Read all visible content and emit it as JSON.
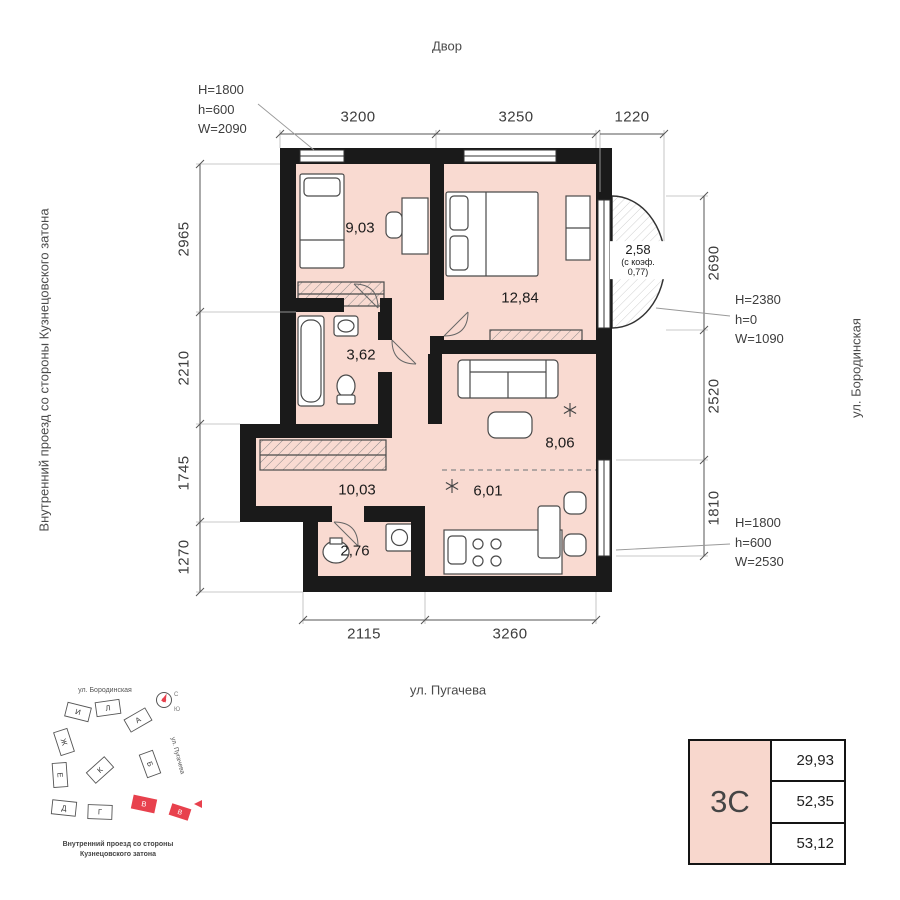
{
  "surroundings": {
    "top": "Двор",
    "left": "Внутренний проезд со стороны Кузнецовского затона",
    "right": "ул. Бородинская",
    "bottom": "ул. Пугачева"
  },
  "dimensions": {
    "top": [
      "3200",
      "3250",
      "1220"
    ],
    "left": [
      "2965",
      "2210",
      "1745",
      "1270"
    ],
    "right": [
      "2690",
      "2520",
      "1810"
    ],
    "bottom": [
      "2115",
      "3260"
    ]
  },
  "window_specs": {
    "top_left": {
      "H": "H=1800",
      "h": "h=600",
      "W": "W=2090"
    },
    "right_mid": {
      "H": "H=2380",
      "h": "h=0",
      "W": "W=1090"
    },
    "right_low": {
      "H": "H=1800",
      "h": "h=600",
      "W": "W=2530"
    }
  },
  "rooms": {
    "bedroom_small": "9,03",
    "bedroom_large": "12,84",
    "bathroom": "3,62",
    "living": "8,06",
    "hall": "10,03",
    "kitchen": "6,01",
    "bathroom_small": "2,76",
    "balcony_area": "2,58",
    "balcony_coef": "(с коэф. 0,77)"
  },
  "site_plan": {
    "street_top": "ул. Бородинская",
    "street_right": "ул. Пугачева",
    "caption_line1": "Внутренний проезд со стороны",
    "caption_line2": "Кузнецовского затона",
    "compass": {
      "north": "С",
      "south": "Ю"
    },
    "buildings": [
      {
        "label": "И"
      },
      {
        "label": "Л"
      },
      {
        "label": "А"
      },
      {
        "label": "Ж"
      },
      {
        "label": "Е"
      },
      {
        "label": "К"
      },
      {
        "label": "Б"
      },
      {
        "label": "Д"
      },
      {
        "label": "Г"
      },
      {
        "label": "В",
        "highlight": true
      },
      {
        "label": "В",
        "highlight": true
      }
    ]
  },
  "info_card": {
    "unit_type": "3С",
    "rows": [
      "29,93",
      "52,35",
      "53,12"
    ]
  },
  "colors": {
    "room_fill": "#f9dad1",
    "wall": "#1a1a1a",
    "accent_red": "#e8414d",
    "card_fill": "#f8d7cd"
  }
}
